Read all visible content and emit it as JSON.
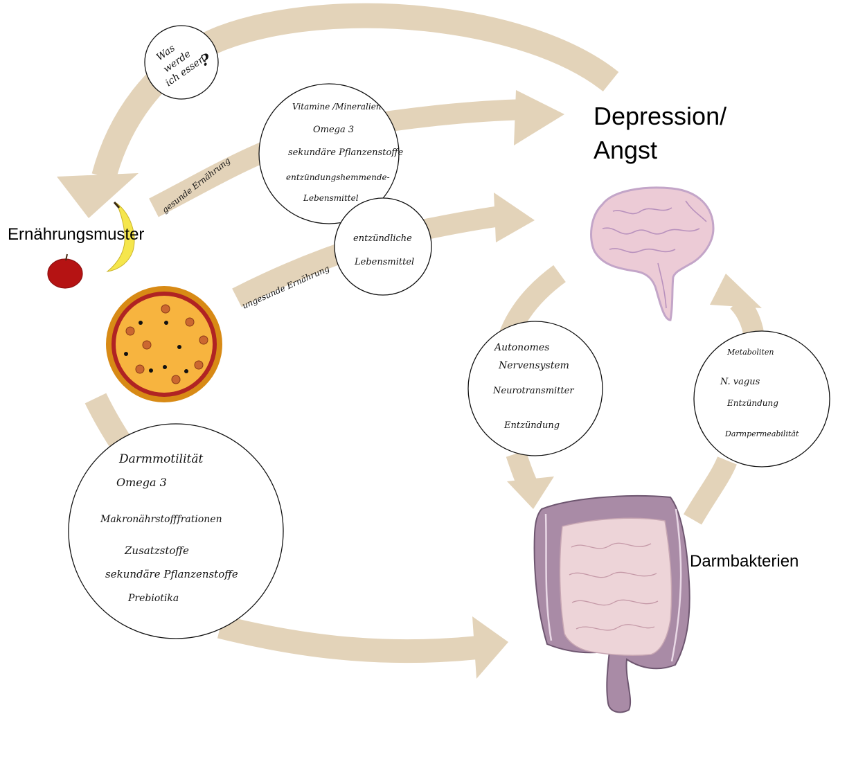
{
  "labels": {
    "depression": [
      "Depression/",
      "Angst"
    ],
    "ernaehrungsmuster": "Ernährungsmuster",
    "darmbakterien": "Darmbakterien"
  },
  "arrow_labels": {
    "gesund": "gesunde Ernährung",
    "ungesund": "ungesunde Ernährung"
  },
  "bubbles": {
    "question": [
      "Was",
      "werde",
      "ich essen",
      "?"
    ],
    "healthy": [
      "Vitamine /Mineralien",
      "Omega 3",
      "sekundäre Pflanzenstoffe",
      "entzündungshemmende-",
      "Lebensmittel"
    ],
    "inflammatory": [
      "entzündliche",
      "Lebensmittel"
    ],
    "darm": [
      "Darmmotilität",
      "Omega 3",
      "Makronährstofffrationen",
      "Zusatzstoffe",
      "sekundäre Pflanzenstoffe",
      "Prebiotika"
    ],
    "nervous": [
      "Autonomes",
      "Nervensystem",
      "Neurotransmitter",
      "Entzündung"
    ],
    "metabolites": [
      "Metaboliten",
      "N. vagus",
      "Entzündung",
      "Darmpermeabilität"
    ]
  },
  "colors": {
    "arrow": "#e3d3b9",
    "brain_fill": "#eccbd6",
    "brain_stroke": "#c3a5c8",
    "intestine_outer": "#a98ba6",
    "intestine_inner": "#edd4d8",
    "apple": "#b51313",
    "banana": "#f5e64c",
    "pizza_crust": "#d88a15",
    "pizza_sauce": "#b02323",
    "pizza_cheese": "#f7b43f",
    "salami": "#cb6830"
  },
  "icons": [
    "apple-icon",
    "banana-icon",
    "pizza-icon",
    "brain-icon",
    "intestine-icon"
  ]
}
